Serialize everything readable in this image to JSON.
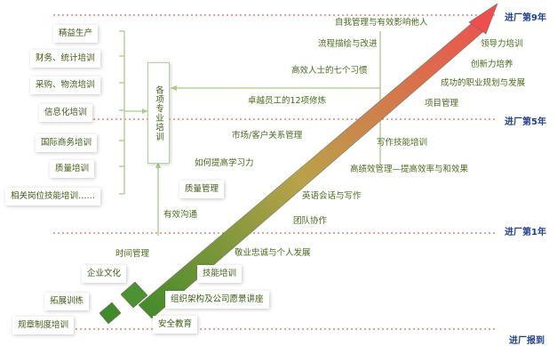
{
  "stages": {
    "year9": "进厂第9年",
    "year5": "进厂第5年",
    "year1": "进厂第1年",
    "report": "进厂报到"
  },
  "center_box": "各项专业培训",
  "left_boxes": [
    "精益生产",
    "财务、统计培训",
    "采购、物流培训",
    "信息化培训",
    "国际商务培训",
    "质量培训",
    "相关岗位技能培训……"
  ],
  "bottom_boxes": [
    "时间管理",
    "企业文化",
    "拓展训练",
    "规章制度培训",
    "敬业忠诚与个人发展",
    "技能培训",
    "组织架构及公司愿景讲座",
    "安全教育"
  ],
  "mid_items": [
    "质量管理",
    "有效沟通",
    "市场/客户关系管理",
    "如何提高学习力",
    "卓越员工的12项修炼",
    "高效人士的七个习惯",
    "流程描绘与改进",
    "自我管理与有效影响他人"
  ],
  "right_items": [
    "领导力培训",
    "创新力培养",
    "成功的职业规划与发展",
    "项目管理",
    "写作技能培训",
    "高绩效管理—提高效率与和效果",
    "英语会话与写作",
    "团队协作"
  ],
  "colors": {
    "stage_text": "#1f3f8f",
    "item_text": "#4b6a1c",
    "connector": "#a8cc86",
    "dash": "#d64a2a",
    "arrow_start": "#3f8a2a",
    "arrow_end": "#ef4e4e"
  }
}
